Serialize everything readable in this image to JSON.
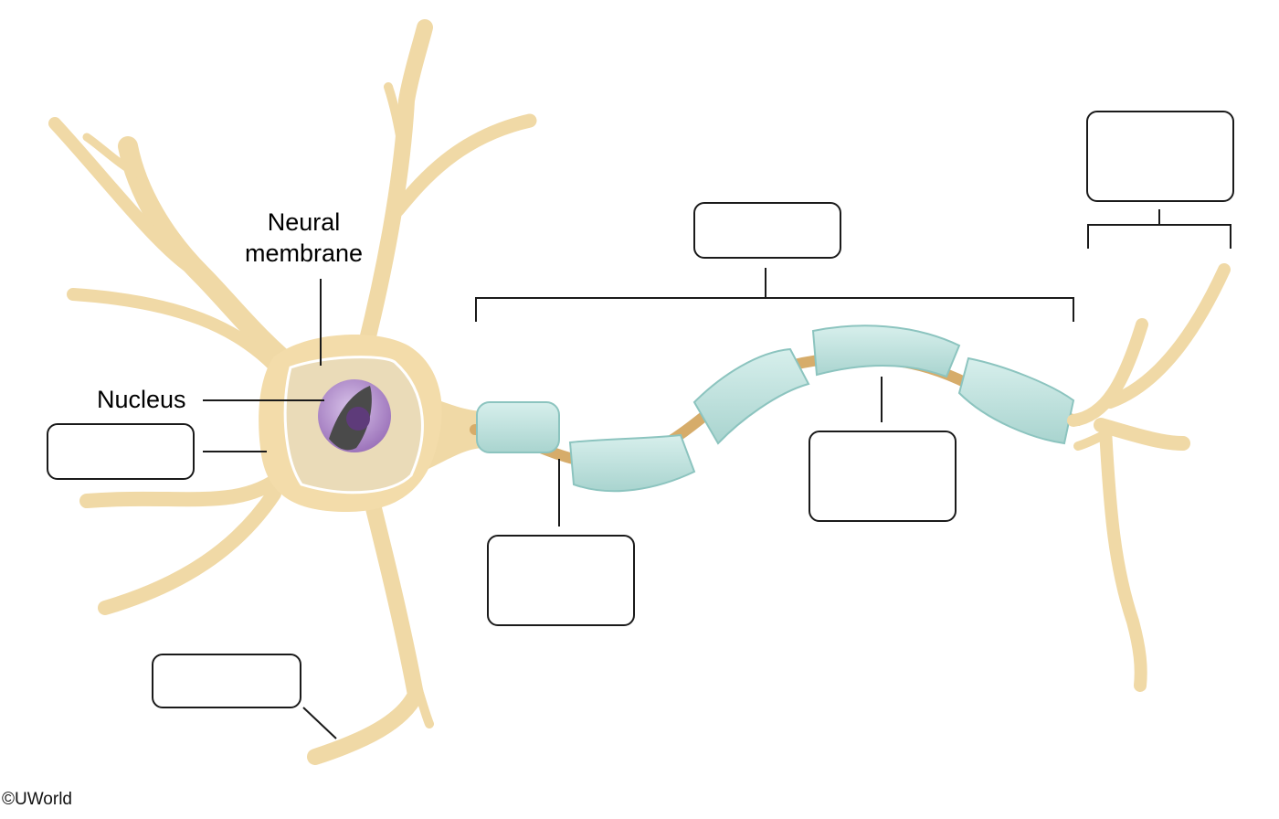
{
  "labels": {
    "neural_membrane_line1": "Neural",
    "neural_membrane_line2": "membrane",
    "nucleus": "Nucleus"
  },
  "blank_labels": [
    {
      "id": "dendrite-label-box",
      "text": ""
    },
    {
      "id": "cell-body-label-box",
      "text": ""
    },
    {
      "id": "node-label-box",
      "text": ""
    },
    {
      "id": "axon-label-box",
      "text": ""
    },
    {
      "id": "myelin-label-box",
      "text": ""
    },
    {
      "id": "terminal-label-box",
      "text": ""
    }
  ],
  "copyright": "©UWorld",
  "colors": {
    "neuron_body": "#f3dcaa",
    "neuron_shadow": "#d9b877",
    "myelin": "#bfe0dc",
    "myelin_edge": "#8cc4bf",
    "nucleus": "#b28cc9",
    "nucleolus": "#5e3b7a",
    "soma_inner": "#eadbb8"
  }
}
